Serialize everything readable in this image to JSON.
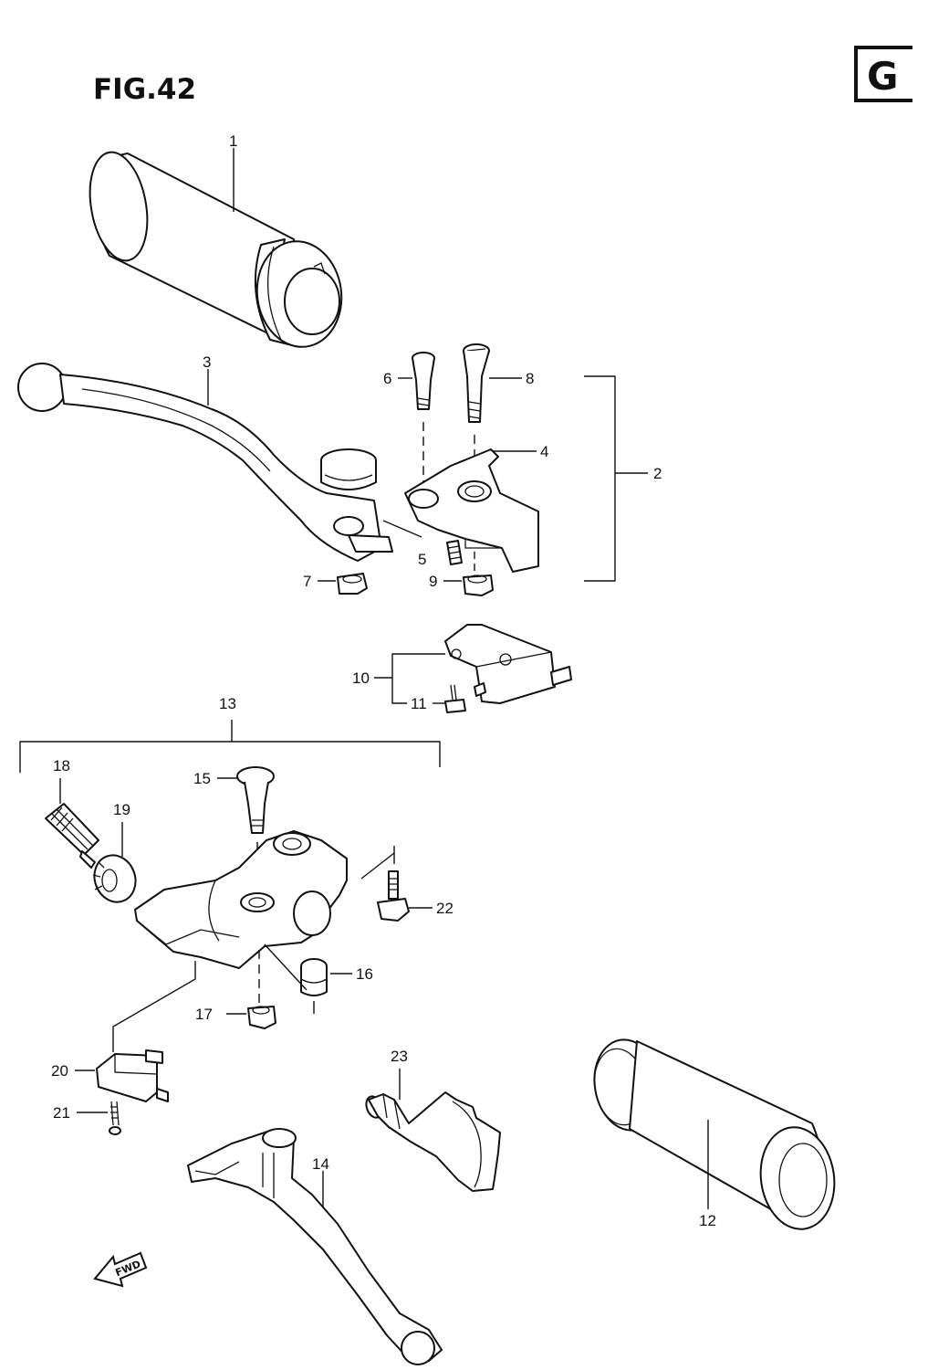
{
  "figure": {
    "title": "FIG.42",
    "corner_tab": "G"
  },
  "callouts": {
    "c1": "1",
    "c2": "2",
    "c3": "3",
    "c4": "4",
    "c5": "5",
    "c6": "6",
    "c7": "7",
    "c8": "8",
    "c9": "9",
    "c10": "10",
    "c11": "11",
    "c12": "12",
    "c13": "13",
    "c14": "14",
    "c15": "15",
    "c16": "16",
    "c17": "17",
    "c18": "18",
    "c19": "19",
    "c20": "20",
    "c21": "21",
    "c22": "22",
    "c23": "23"
  },
  "direction_marker": {
    "label": "FWD",
    "icon": "fwd-arrow-icon"
  }
}
